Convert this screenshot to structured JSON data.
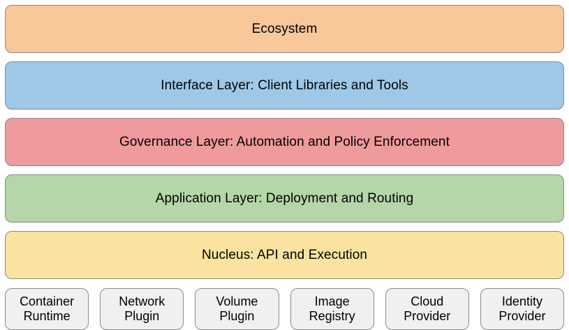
{
  "diagram": {
    "type": "layered-architecture-stack",
    "background_color": "#ffffff",
    "border_color": "#8a8a8a",
    "text_color": "#000000",
    "layers": [
      {
        "name": "ecosystem",
        "label": "Ecosystem",
        "fill": "#f8c79a"
      },
      {
        "name": "interface-layer",
        "label": "Interface Layer: Client Libraries and Tools",
        "fill": "#9fc8e8"
      },
      {
        "name": "governance-layer",
        "label": "Governance Layer: Automation and Policy Enforcement",
        "fill": "#ef9a9d"
      },
      {
        "name": "application-layer",
        "label": "Application Layer: Deployment and Routing",
        "fill": "#b5d6a7"
      },
      {
        "name": "nucleus",
        "label": "Nucleus: API and Execution",
        "fill": "#fae3a0"
      }
    ],
    "foundation": {
      "fill": "#f0f0f0",
      "items": [
        {
          "name": "container-runtime",
          "line1": "Container",
          "line2": "Runtime"
        },
        {
          "name": "network-plugin",
          "line1": "Network",
          "line2": "Plugin"
        },
        {
          "name": "volume-plugin",
          "line1": "Volume",
          "line2": "Plugin"
        },
        {
          "name": "image-registry",
          "line1": "Image",
          "line2": "Registry"
        },
        {
          "name": "cloud-provider",
          "line1": "Cloud",
          "line2": "Provider"
        },
        {
          "name": "identity-provider",
          "line1": "Identity",
          "line2": "Provider"
        }
      ]
    }
  }
}
